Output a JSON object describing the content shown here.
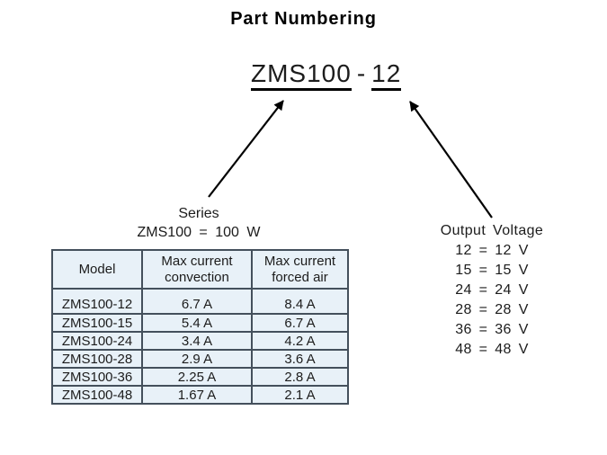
{
  "title": "Part Numbering",
  "part_number": {
    "series": "ZMS100",
    "separator": "-",
    "voltage": "12"
  },
  "series_callout": {
    "label": "Series",
    "description": "ZMS100 = 100 W"
  },
  "voltage_callout": {
    "label": "Output Voltage",
    "options": [
      "12 = 12 V",
      "15 = 15 V",
      "24 = 24 V",
      "28 = 28 V",
      "36 = 36 V",
      "48 = 48 V"
    ]
  },
  "table": {
    "headers": [
      "Model",
      "Max current convection",
      "Max current forced air"
    ],
    "rows": [
      [
        "ZMS100-12",
        "6.7 A",
        "8.4 A"
      ],
      [
        "ZMS100-15",
        "5.4 A",
        "6.7 A"
      ],
      [
        "ZMS100-24",
        "3.4 A",
        "4.2 A"
      ],
      [
        "ZMS100-28",
        "2.9 A",
        "3.6 A"
      ],
      [
        "ZMS100-36",
        "2.25 A",
        "2.8 A"
      ],
      [
        "ZMS100-48",
        "1.67 A",
        "2.1 A"
      ]
    ]
  },
  "colors": {
    "cell_background": "#e8f1f8",
    "table_border": "#44505c",
    "text": "#1c1c1c",
    "arrow": "#000000"
  }
}
